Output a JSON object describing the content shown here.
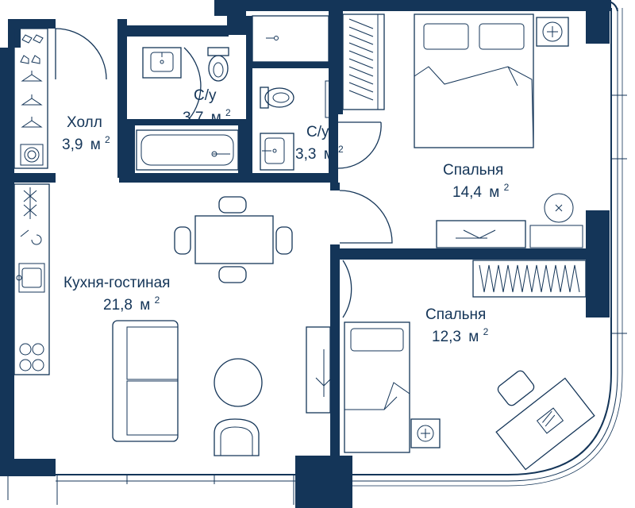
{
  "rooms": [
    {
      "id": "hall",
      "name": "Холл",
      "area": "3,9",
      "unit": "м",
      "sup": "2"
    },
    {
      "id": "bath1",
      "name": "С/у",
      "area": "3,7",
      "unit": "м",
      "sup": "2"
    },
    {
      "id": "bath2",
      "name": "С/у",
      "area": "3,3",
      "unit": "м",
      "sup": "2"
    },
    {
      "id": "bedroom1",
      "name": "Спальня",
      "area": "14,4",
      "unit": "м",
      "sup": "2"
    },
    {
      "id": "living",
      "name": "Кухня-гостиная",
      "area": "21,8",
      "unit": "м",
      "sup": "2"
    },
    {
      "id": "bedroom2",
      "name": "Спальня",
      "area": "12,3",
      "unit": "м",
      "sup": "2"
    }
  ],
  "colors": {
    "wall": "#143558",
    "background": "#ffffff"
  },
  "icons": [
    "hanger-icon",
    "shoe-icon",
    "washing-machine-icon",
    "stove-icon",
    "sink-icon",
    "toilet-icon",
    "bathtub-icon",
    "shower-icon",
    "bed-icon",
    "wardrobe-icon",
    "sofa-icon",
    "dining-table-icon",
    "desk-icon",
    "laptop-icon",
    "lamp-icon"
  ]
}
